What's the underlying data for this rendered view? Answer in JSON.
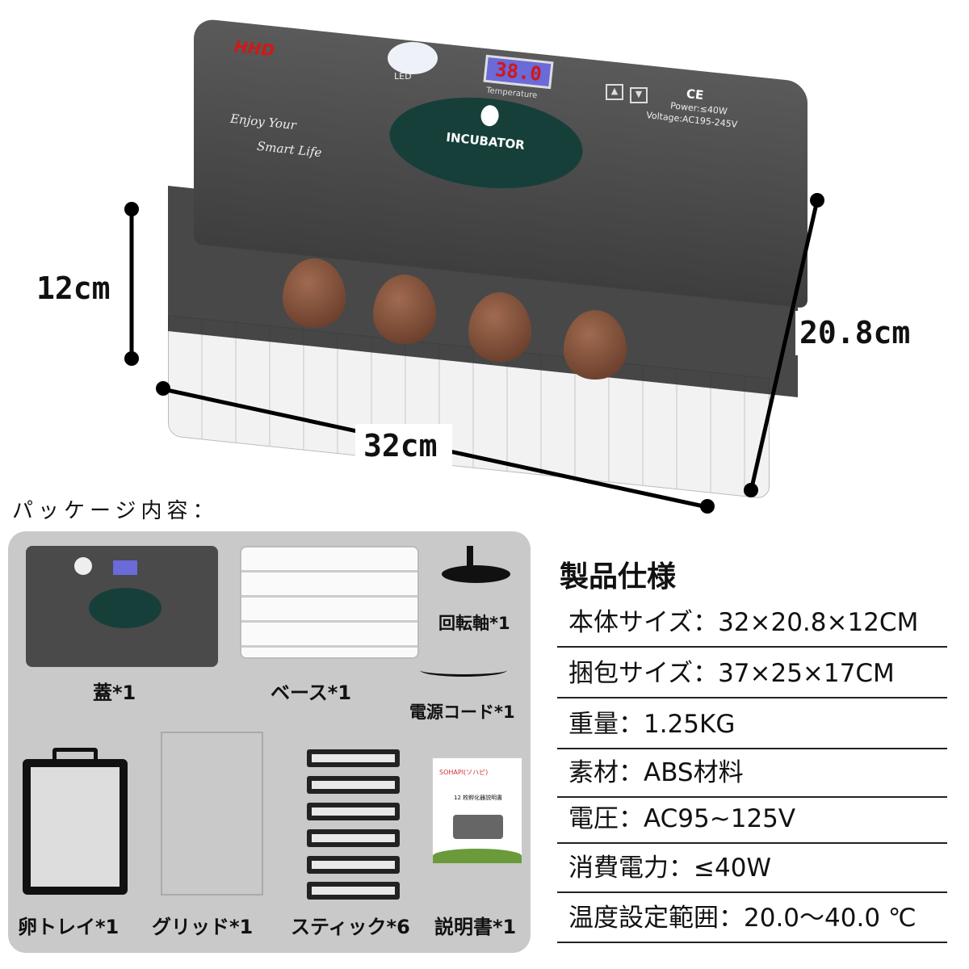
{
  "product": {
    "brand": "HHD",
    "led_label": "LED",
    "temperature_display": "38.0",
    "temperature_label": "Temperature",
    "logo_text": "INCUBATOR",
    "slogan_line1": "Enjoy Your",
    "slogan_line2": "Smart Life",
    "ce_mark": "CE",
    "power": "Power:≤40W",
    "voltage": "Voltage:AC195-245V"
  },
  "dimensions": {
    "height": "12cm",
    "width": "32cm",
    "depth": "20.8cm"
  },
  "package": {
    "title": "パッケージ内容：",
    "items": [
      {
        "label": "蓋*1"
      },
      {
        "label": "ベース*1"
      },
      {
        "label": "回転軸*1"
      },
      {
        "label": "電源コード*1"
      },
      {
        "label": "卵トレイ*1"
      },
      {
        "label": "グリッド*1"
      },
      {
        "label": "スティック*6"
      },
      {
        "label": "説明書*1"
      }
    ],
    "manual_brand": "SOHAPI(ソハピ)",
    "manual_title": "12 枚孵化器説明書"
  },
  "specs": {
    "title": "製品仕様",
    "rows": [
      "本体サイズ：32×20.8×12CM",
      "捆包サイズ：37×25×17CM",
      "重量：1.25KG",
      "素材：ABS材料",
      "電圧：AC95~125V",
      "消費電力：≤40W",
      "温度設定範囲：20.0～40.0 ℃"
    ]
  }
}
